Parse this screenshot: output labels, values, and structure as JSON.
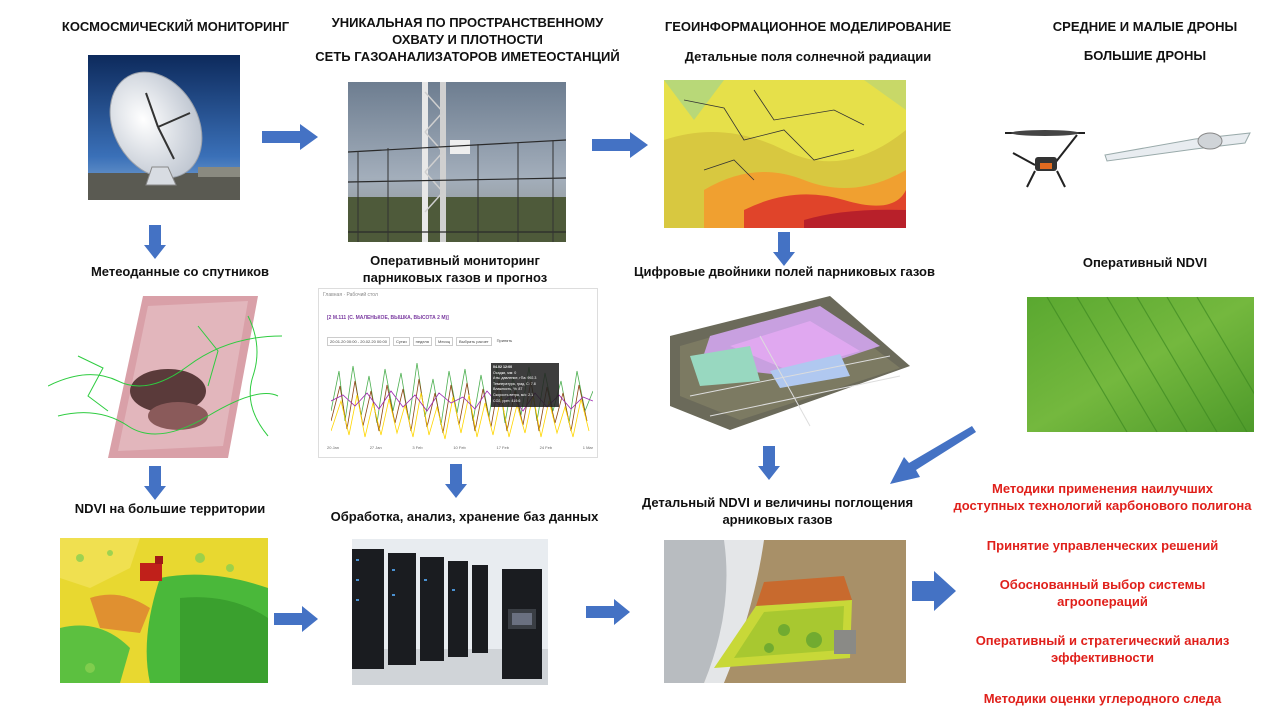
{
  "headers": {
    "space": "КОСМОСМИЧЕСКИЙ  МОНИТОРИНГ",
    "network_line1": "УНИКАЛЬНАЯ ПО ПРОСТРАНСТВЕННОМУ",
    "network_line2": "ОХВАТУ И ПЛОТНОСТИ",
    "network_line3": "СЕТЬ ГАЗОАНАЛИЗАТОРОВ ИМЕТЕОСТАНЦИЙ",
    "gis": "ГЕОИНФОРМАЦИОННОЕ МОДЕЛИРОВАНИЕ",
    "drones_line1": "СРЕДНИЕ И МАЛЫЕ ДРОНЫ",
    "drones_line2": "БОЛЬШИЕ ДРОНЫ"
  },
  "labels": {
    "solar": "Детальные поля солнечной радиации",
    "sat_meteo": "Метеоданные со спутников",
    "ghg_monitor_line1": "Оперативный мониторинг",
    "ghg_monitor_line2": "парниковых газов и прогноз",
    "digital_twins": "Цифровые двойники полей парниковых газов",
    "ndvi_operational": "Оперативный NDVI",
    "ndvi_large": "NDVI на большие территории",
    "processing": "Обработка, анализ, хранение баз данных",
    "ndvi_detail_line1": "Детальный NDVI и величины поглощения",
    "ndvi_detail_line2": "арниковых газов"
  },
  "results": {
    "r1_line1": "Методики применения наилучших",
    "r1_line2": "доступных технологий карбонового полигона",
    "r2": "Принятие управленческих решений",
    "r3_line1": "Обоснованный выбор системы",
    "r3_line2": "агроопераций",
    "r4_line1": "Оперативный и стратегический анализ",
    "r4_line2": "эффективности",
    "r5": "Методики оценки углеродного следа"
  },
  "dashboard": {
    "nav": "Главная · Рабочий стол",
    "title": "[2 М.111 (С. МАЛЕНЬКОЕ, ВЫШКА, ВЫСОТА 2 М)]",
    "date_range": "20.01.20 00:00 - 20.02.20 00:00",
    "btn_day": "Сутки",
    "btn_week": "неделя",
    "btn_month": "Месяц",
    "btn_more": "Выбрать расчет",
    "btn_apply": "Принять",
    "x_tick1": "20 Jan",
    "x_tick2": "27 Jan",
    "x_tick3": "3 Feb",
    "x_tick4": "10 Feb",
    "x_tick5": "17 Feb",
    "x_tick6": "24 Feb",
    "x_tick7": "1 Mar",
    "tooltip_time": "04.02 12:00",
    "tooltip_l1": "Осадки, мм: 0",
    "tooltip_l2": "Атм. давление, гПа: 992.3",
    "tooltip_l3": "Температура, град. С: 7.8",
    "tooltip_l4": "Влажность, %: 87",
    "tooltip_l5": "Скорость ветра, м/с: 2.1",
    "tooltip_l6": "CO2, ppm: 419.6"
  },
  "colors": {
    "arrow_blue": "#4472c4",
    "result_red": "#e0201b",
    "ndvi_green": "#56a82c",
    "solar_yellow": "#e6e04a"
  }
}
